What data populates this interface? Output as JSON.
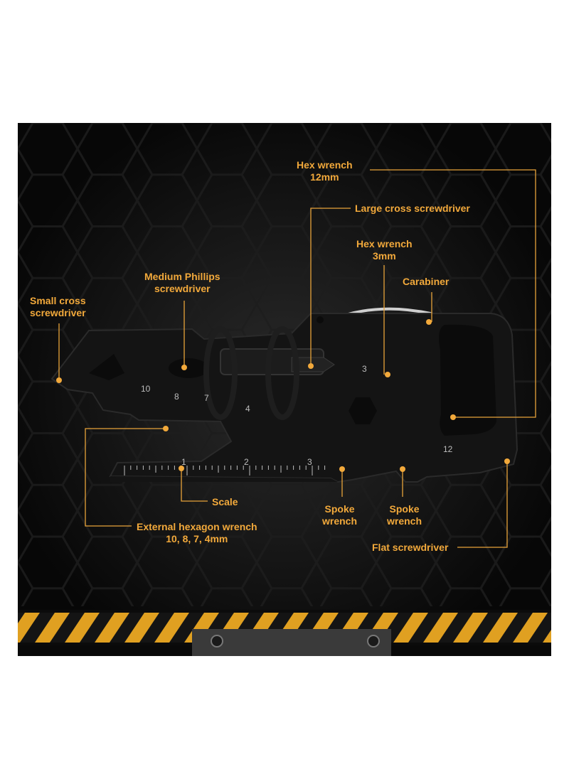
{
  "colors": {
    "background": "#0b0b0b",
    "label": "#f2a93b",
    "leader_line": "#e8a33a",
    "tool_body": "#141414",
    "hazard_yellow": "#e0a021",
    "engraving": "#bdbdbd"
  },
  "callouts": {
    "hex_12": [
      "Hex wrench",
      "12mm"
    ],
    "large_cross": "Large cross screwdriver",
    "hex_3": [
      "Hex wrench",
      "3mm"
    ],
    "carabiner": "Carabiner",
    "medium_phillips": [
      "Medium Phillips",
      "screwdriver"
    ],
    "small_cross": [
      "Small cross",
      "screwdriver"
    ],
    "scale": "Scale",
    "spoke_1": [
      "Spoke",
      "wrench"
    ],
    "spoke_2": [
      "Spoke",
      "wrench"
    ],
    "external_hex": [
      "External hexagon wrench",
      "10, 8, 7, 4mm"
    ],
    "flat_screwdriver": "Flat screwdriver"
  },
  "engravings": {
    "hole_10": "10",
    "hole_8": "8",
    "hole_7": "7",
    "hole_4": "4",
    "hole_3": "3",
    "hole_12": "12",
    "ruler_1": "1",
    "ruler_2": "2",
    "ruler_3": "3"
  },
  "icons": {
    "tool": "multi-tool-icon",
    "hazard": "hazard-stripe-icon",
    "screw": "screw-icon"
  }
}
